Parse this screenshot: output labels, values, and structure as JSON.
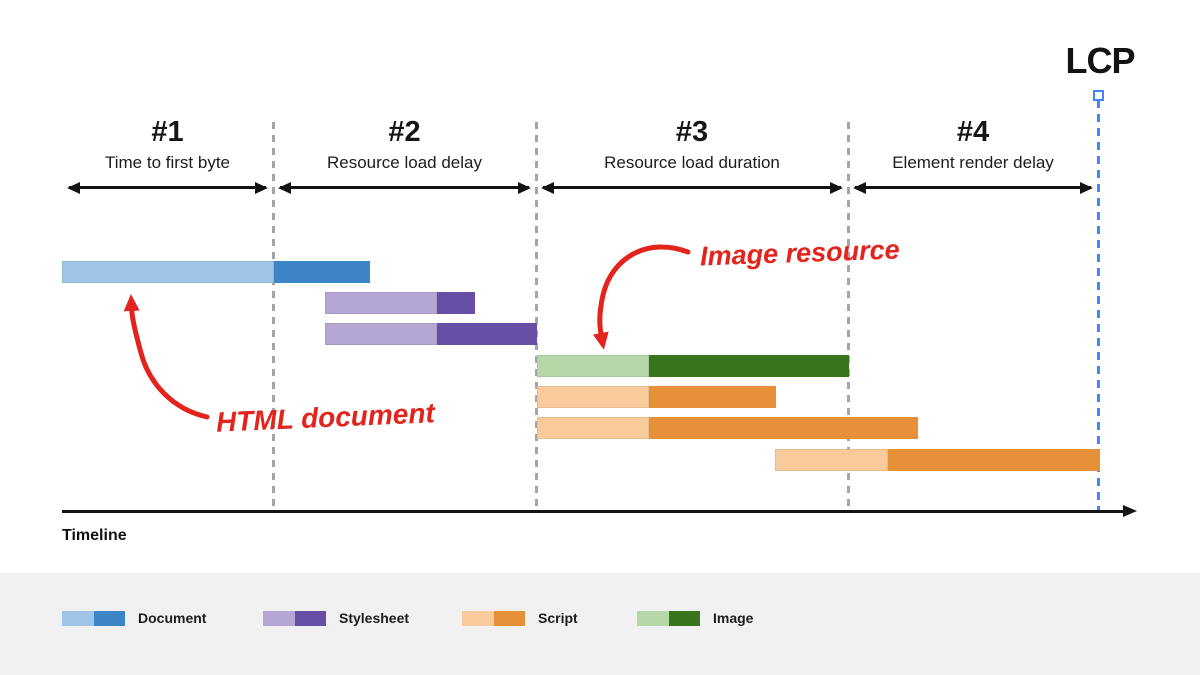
{
  "lcp_label": "LCP",
  "timeline_label": "Timeline",
  "phases": [
    {
      "number": "#1",
      "label": "Time to first byte",
      "start": 62,
      "end": 273
    },
    {
      "number": "#2",
      "label": "Resource load delay",
      "start": 273,
      "end": 536
    },
    {
      "number": "#3",
      "label": "Resource load duration",
      "start": 536,
      "end": 848
    },
    {
      "number": "#4",
      "label": "Element render delay",
      "start": 848,
      "end": 1098
    }
  ],
  "annotations": {
    "html_document": "HTML document",
    "image_resource": "Image resource"
  },
  "legend": [
    {
      "key": "document",
      "label": "Document"
    },
    {
      "key": "stylesheet",
      "label": "Stylesheet"
    },
    {
      "key": "script",
      "label": "Script"
    },
    {
      "key": "image",
      "label": "Image"
    }
  ],
  "colors": {
    "document": {
      "light": "#9fc5e8",
      "dark": "#3d85c6"
    },
    "stylesheet": {
      "light": "#b4a7d6",
      "dark": "#674ea7"
    },
    "script": {
      "light": "#f9cb9c",
      "dark": "#e69138"
    },
    "image": {
      "light": "#b6d7a8",
      "dark": "#38761d"
    },
    "annotation_red": "#e3231c",
    "lcp_line_blue": "#4285f4",
    "separator_gray": "#a5a5a5"
  },
  "bars": [
    {
      "type": "document",
      "row": 0,
      "start": 62,
      "split": 274,
      "end": 370
    },
    {
      "type": "stylesheet",
      "row": 1,
      "start": 325,
      "split": 437,
      "end": 475
    },
    {
      "type": "stylesheet",
      "row": 2,
      "start": 325,
      "split": 437,
      "end": 537
    },
    {
      "type": "image",
      "row": 3,
      "start": 537,
      "split": 649,
      "end": 849
    },
    {
      "type": "script",
      "row": 4,
      "start": 537,
      "split": 649,
      "end": 776
    },
    {
      "type": "script",
      "row": 5,
      "start": 537,
      "split": 649,
      "end": 918
    },
    {
      "type": "script",
      "row": 6,
      "start": 775,
      "split": 888,
      "end": 1100
    }
  ]
}
